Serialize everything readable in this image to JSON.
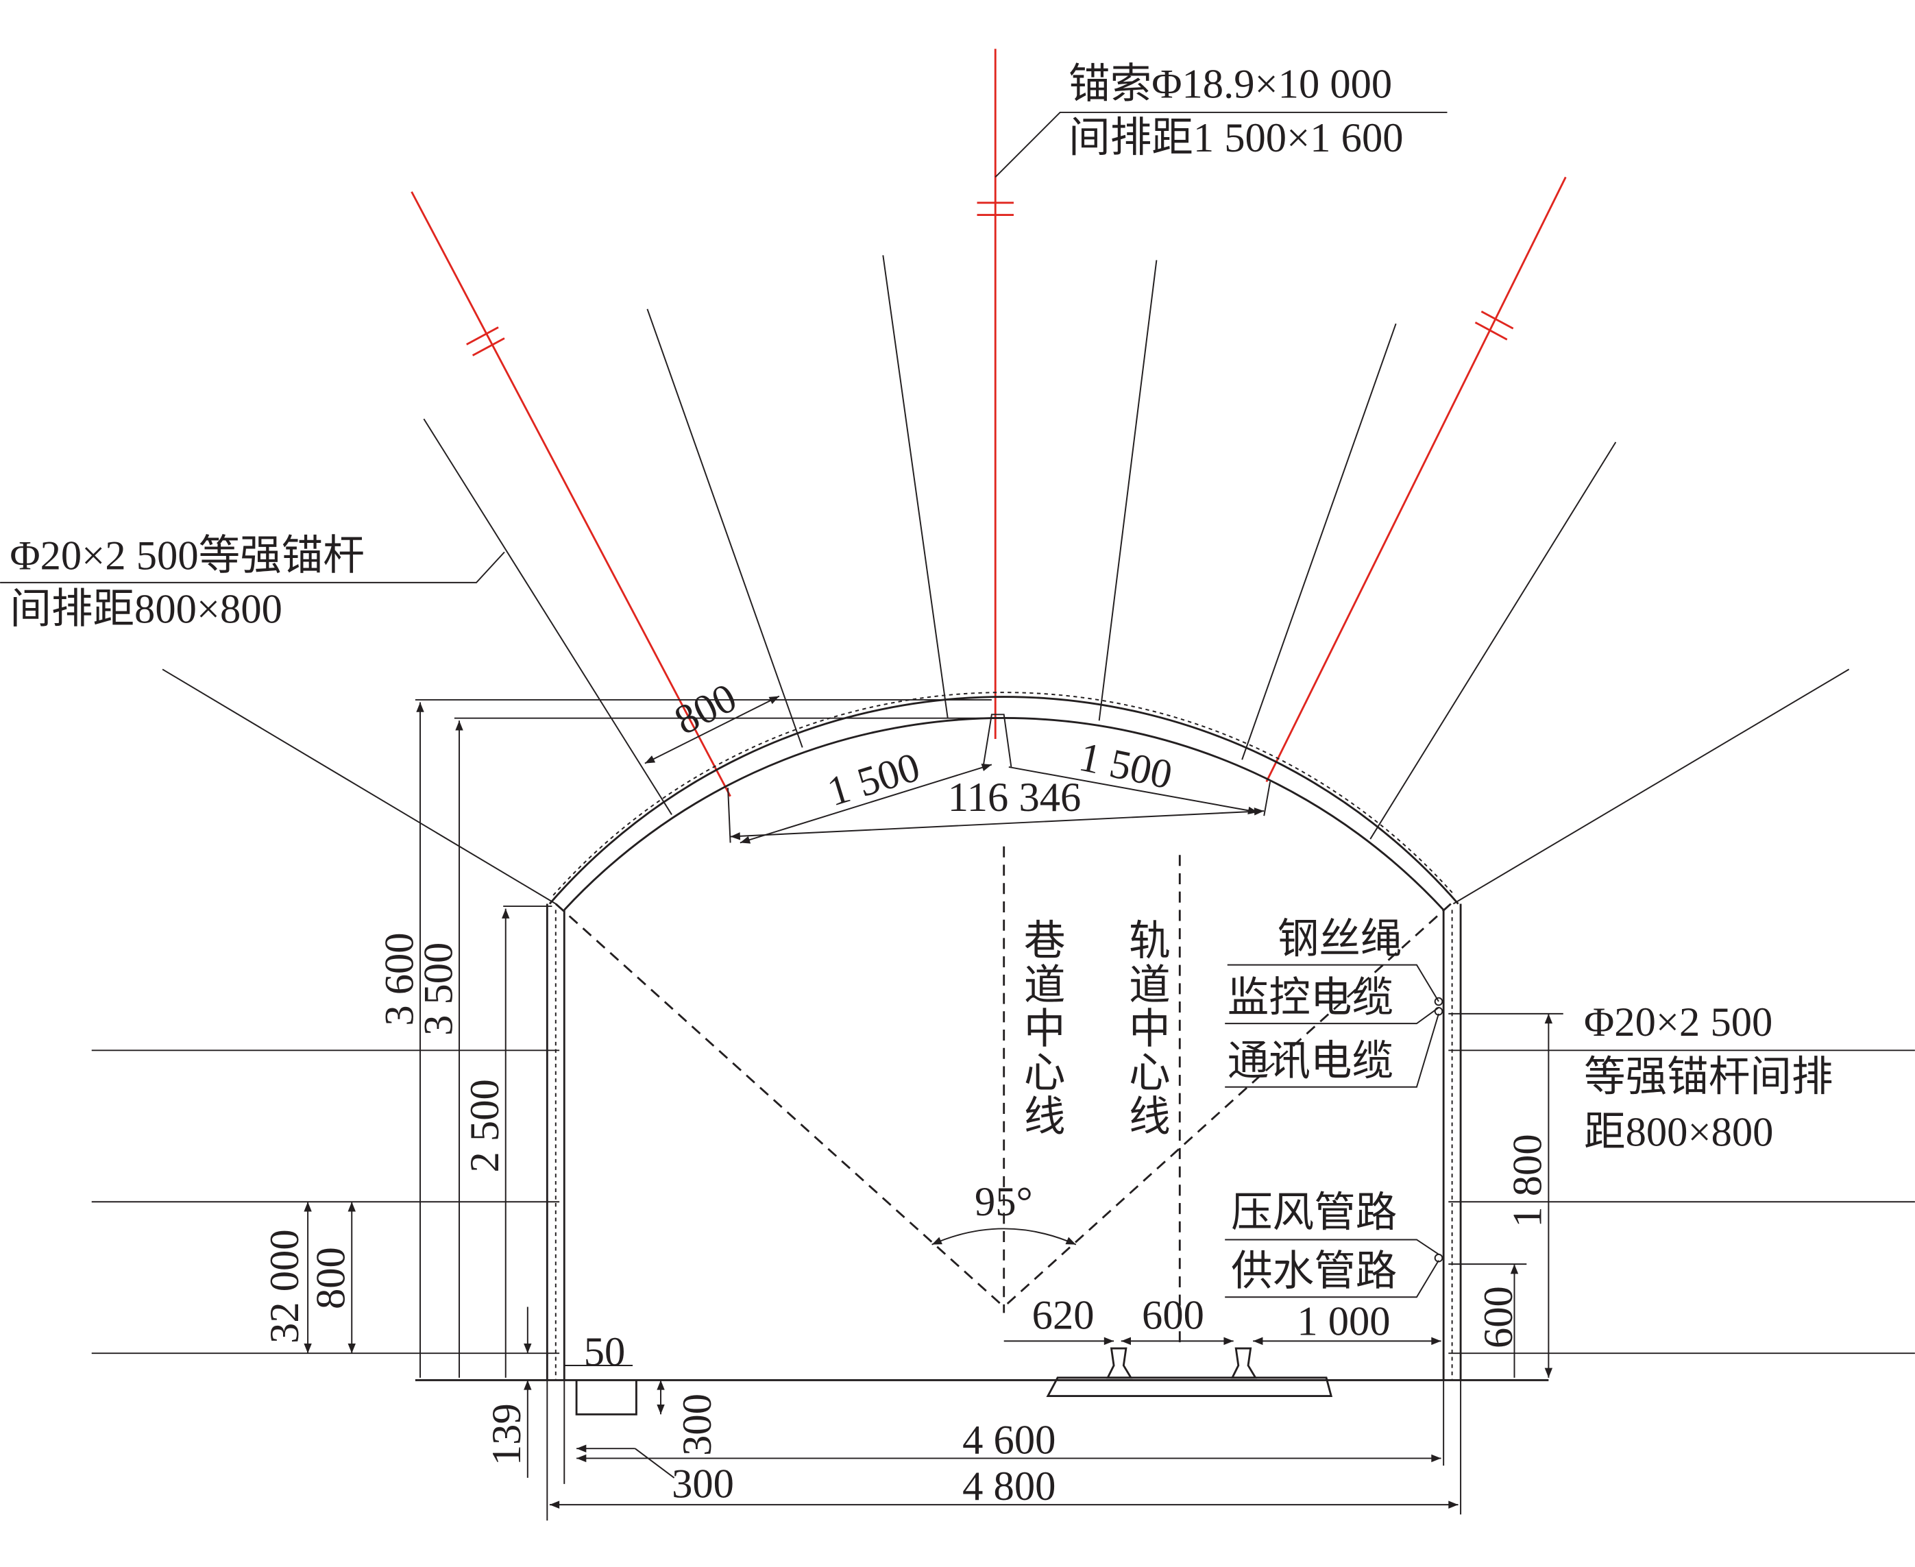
{
  "cable_label": {
    "line1": "锚索Φ18.9×10 000",
    "line2": "间排距1 500×1 600"
  },
  "roof_bolt_label": {
    "line1": "Φ20×2 500等强锚杆",
    "line2": "间排距800×800"
  },
  "wall_bolt_label": {
    "line1": "Φ20×2 500",
    "line2": "等强锚杆间排",
    "line3": "距800×800"
  },
  "centerlines": {
    "roadway": "巷道中心线",
    "track": "轨道中心线"
  },
  "utilities": {
    "wire_rope": "钢丝绳",
    "monitor_cable": "监控电缆",
    "comm_cable": "通讯电缆",
    "air_pipe": "压风管路",
    "water_pipe": "供水管路"
  },
  "dimensions": {
    "bolt_spacing": "800",
    "cable_left": "1 500",
    "cable_right": "1 500",
    "arc_len": "116 346",
    "h_outer": "3 600",
    "h_inner": "3 500",
    "wall_h": "2 500",
    "d32000": "32 000",
    "d800": "800",
    "d139": "139",
    "d50": "50",
    "d300v": "300",
    "d300h": "300",
    "angle": "95°",
    "d620": "620",
    "d600": "600",
    "d1000": "1 000",
    "d1800": "1 800",
    "d600v": "600",
    "w_inner": "4 600",
    "w_outer": "4 800"
  },
  "colors": {
    "line": "#231f20",
    "cable": "#e0261f"
  }
}
